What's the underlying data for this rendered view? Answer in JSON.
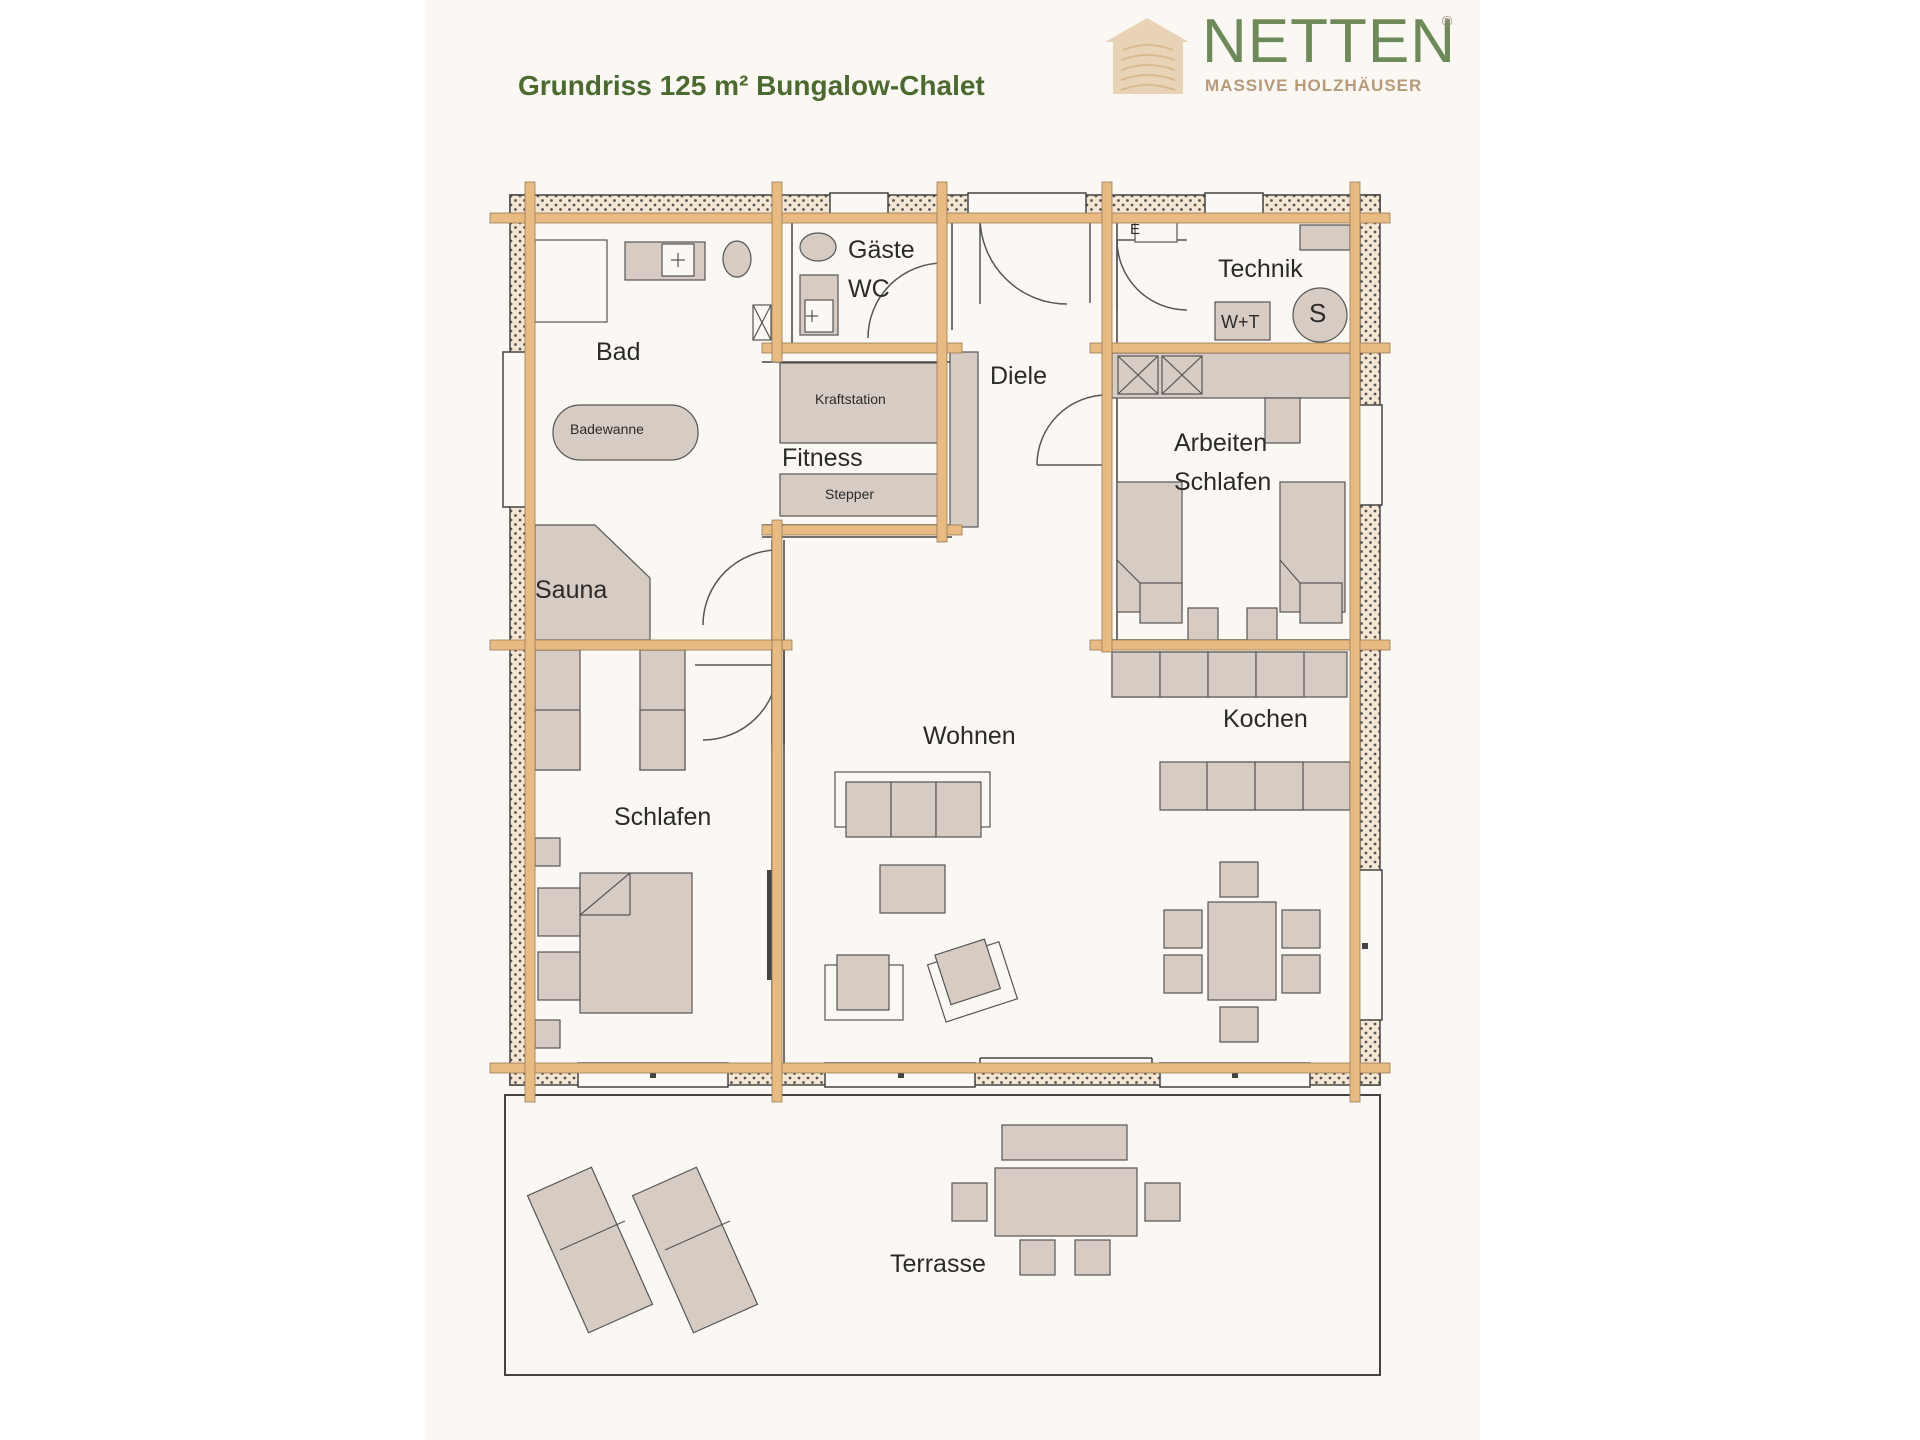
{
  "title": "Grundriss 125 m² Bungalow-Chalet",
  "logo": {
    "word": "NETTEN",
    "registered": "®",
    "tagline": "MASSIVE HOLZHÄUSER"
  },
  "colors": {
    "paper": "#fbf8f3",
    "timber": "#e8bb82",
    "furniture": "#d7ccc4",
    "line": "#3a3a3a",
    "title_green": "#4a6a30",
    "logo_green": "#6e8a5a",
    "logo_tan": "#b69a7a"
  },
  "rooms": {
    "bad": "Bad",
    "gaeste_wc_1": "Gäste",
    "gaeste_wc_2": "WC",
    "technik": "Technik",
    "diele": "Diele",
    "fitness": "Fitness",
    "arbeiten_1": "Arbeiten",
    "arbeiten_2": "Schlafen",
    "sauna": "Sauna",
    "wohnen": "Wohnen",
    "kochen": "Kochen",
    "schlafen": "Schlafen",
    "terrasse": "Terrasse"
  },
  "fixtures": {
    "badewanne": "Badewanne",
    "kraftstation": "Kraftstation",
    "stepper": "Stepper",
    "wt": "W+T",
    "speicher": "S",
    "heater": "E"
  }
}
